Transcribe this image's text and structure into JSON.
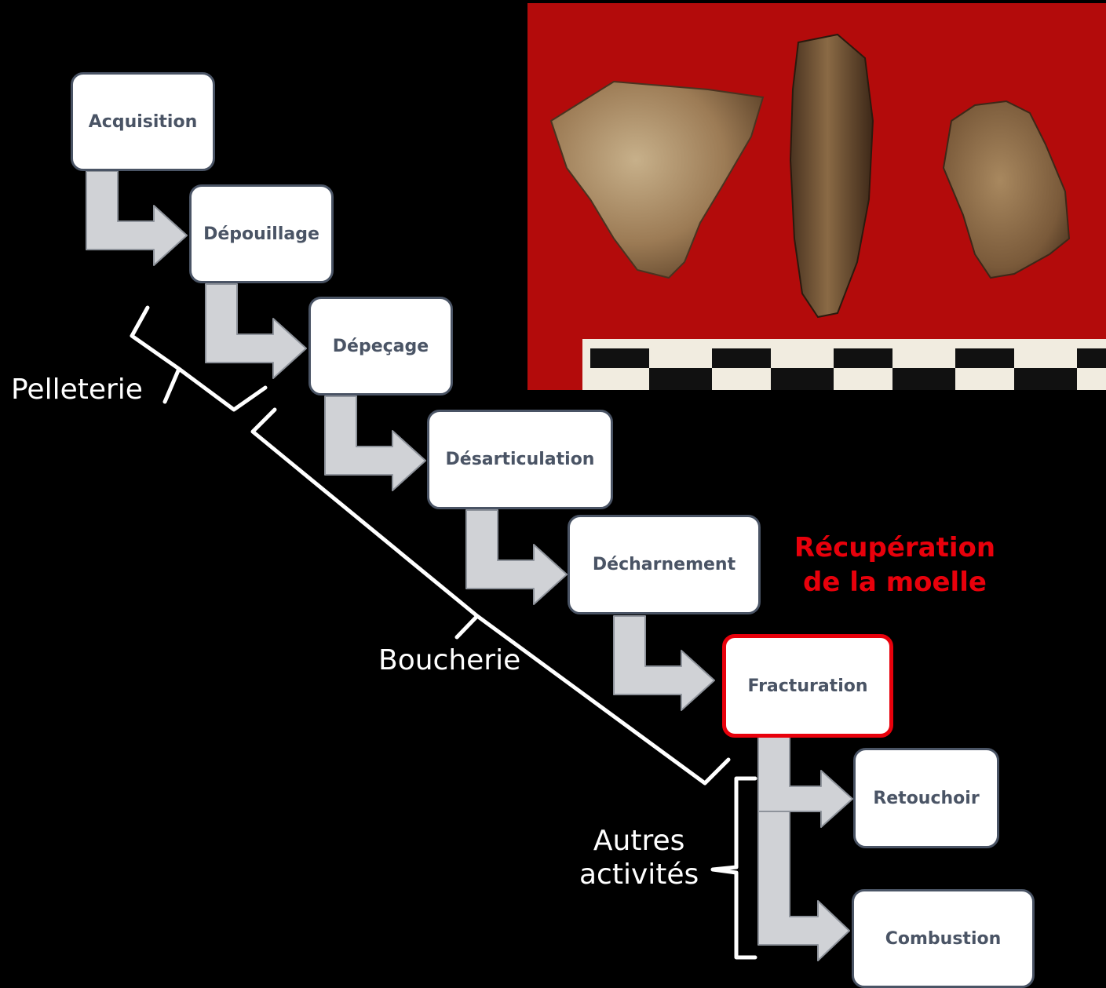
{
  "steps": [
    {
      "label": "Acquisition"
    },
    {
      "label": "Dépouillage"
    },
    {
      "label": "Dépeçage"
    },
    {
      "label": "Désarticulation"
    },
    {
      "label": "Décharnement"
    },
    {
      "label": "Fracturation"
    },
    {
      "label": "Retouchoir"
    },
    {
      "label": "Combustion"
    }
  ],
  "groups": {
    "pelleterie": "Pelleterie",
    "boucherie": "Boucherie",
    "autres_line1": "Autres",
    "autres_line2": "activités"
  },
  "highlight": {
    "line1": "Récupération",
    "line2": "de la moelle"
  },
  "colors": {
    "background": "#000000",
    "box_border": "#4a5465",
    "box_text": "#4a5465",
    "arrow_fill": "#d0d2d6",
    "highlight_red": "#e8000b",
    "photo_background": "#b50a0a"
  }
}
